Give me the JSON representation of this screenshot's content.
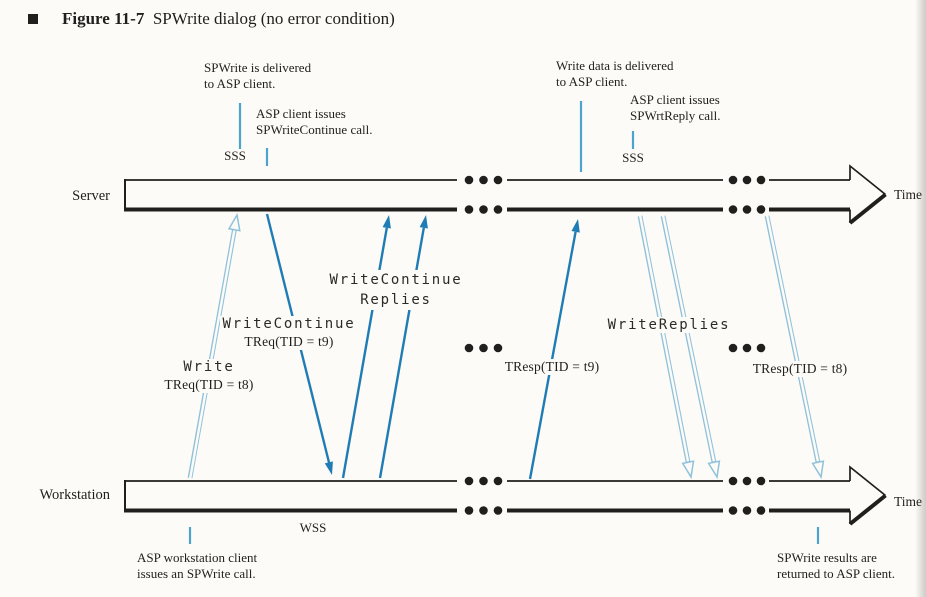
{
  "figure_header": {
    "label": "Figure 11-7",
    "title": "SPWrite dialog (no error condition)"
  },
  "lanes": {
    "server_label": "Server",
    "workstation_label": "Workstation",
    "server_time_label": "Time",
    "workstation_time_label": "Time",
    "sss_label_1": "SSS",
    "sss_label_2": "SSS",
    "wss_label": "WSS"
  },
  "annotations": {
    "spwrite_delivered": [
      "SPWrite is delivered",
      "to ASP client."
    ],
    "spwritecontinue_call": [
      "ASP client issues",
      "SPWriteContinue call."
    ],
    "write_data_delivered": [
      "Write data is delivered",
      "to ASP client."
    ],
    "spwrtreply_call": [
      "ASP client issues",
      "SPWrtReply call."
    ],
    "workstation_spwrite_call": [
      "ASP workstation client",
      "issues an SPWrite call."
    ],
    "spwrite_results": [
      "SPWrite results are",
      "returned to ASP client."
    ]
  },
  "messages": {
    "write_name": "Write",
    "write_detail": "TReq(TID = t8)",
    "write_continue_name": "WriteContinue",
    "write_continue_detail": "TReq(TID = t9)",
    "write_continue_replies": [
      "WriteContinue",
      "Replies"
    ],
    "tresp_t9": "TResp(TID = t9)",
    "write_replies": "WriteReplies",
    "tresp_t8": "TResp(TID = t8)"
  },
  "colors": {
    "ink": "#201f1d",
    "solid_blue": "#1f7cb4",
    "open_blue": "#8fc2da",
    "tick_blue": "#4da3cb",
    "paper": "#fcfbf8"
  }
}
